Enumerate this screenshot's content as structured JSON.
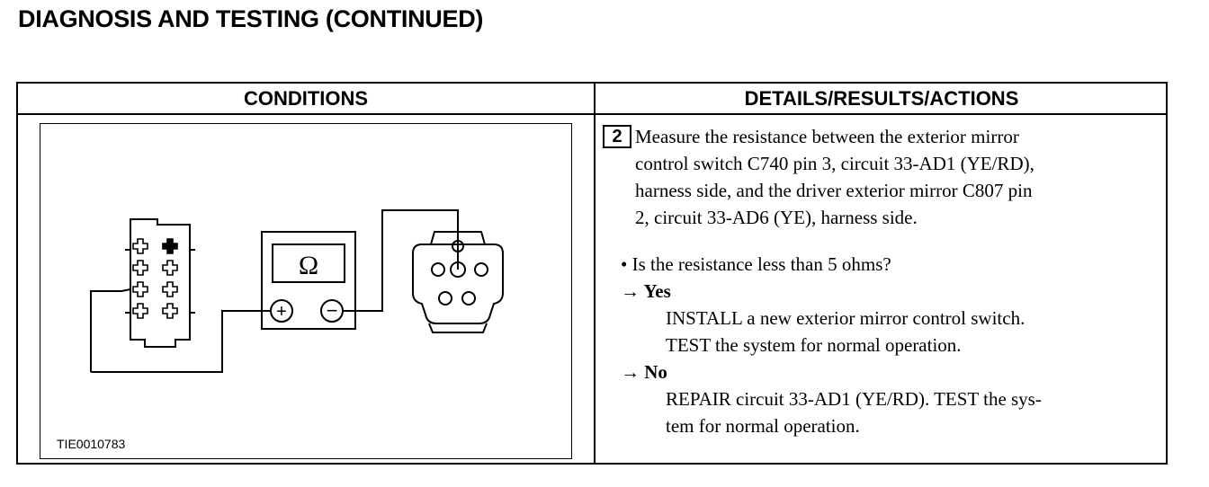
{
  "page": {
    "title": "DIAGNOSIS AND TESTING (CONTINUED)"
  },
  "table": {
    "headers": [
      "CONDITIONS",
      "DETAILS/RESULTS/ACTIONS"
    ],
    "figure": {
      "id": "TIE0010783",
      "meter_symbol": "Ω",
      "plus": "+",
      "minus": "−"
    },
    "step": {
      "number": "2",
      "lines": [
        "Measure the resistance between the exterior mirror",
        "control switch C740 pin 3, circuit 33-AD1 (YE/RD),",
        "harness side, and the driver exterior mirror C807 pin",
        "2, circuit 33-AD6 (YE), harness side."
      ],
      "question": "• Is the resistance less than 5 ohms?",
      "yes": {
        "label": "→ Yes",
        "lines": [
          "INSTALL a new exterior mirror control switch.",
          "TEST the system for normal operation."
        ]
      },
      "no": {
        "label": "→ No",
        "lines": [
          "REPAIR circuit 33-AD1 (YE/RD). TEST the sys-",
          "tem for normal operation."
        ]
      }
    }
  }
}
